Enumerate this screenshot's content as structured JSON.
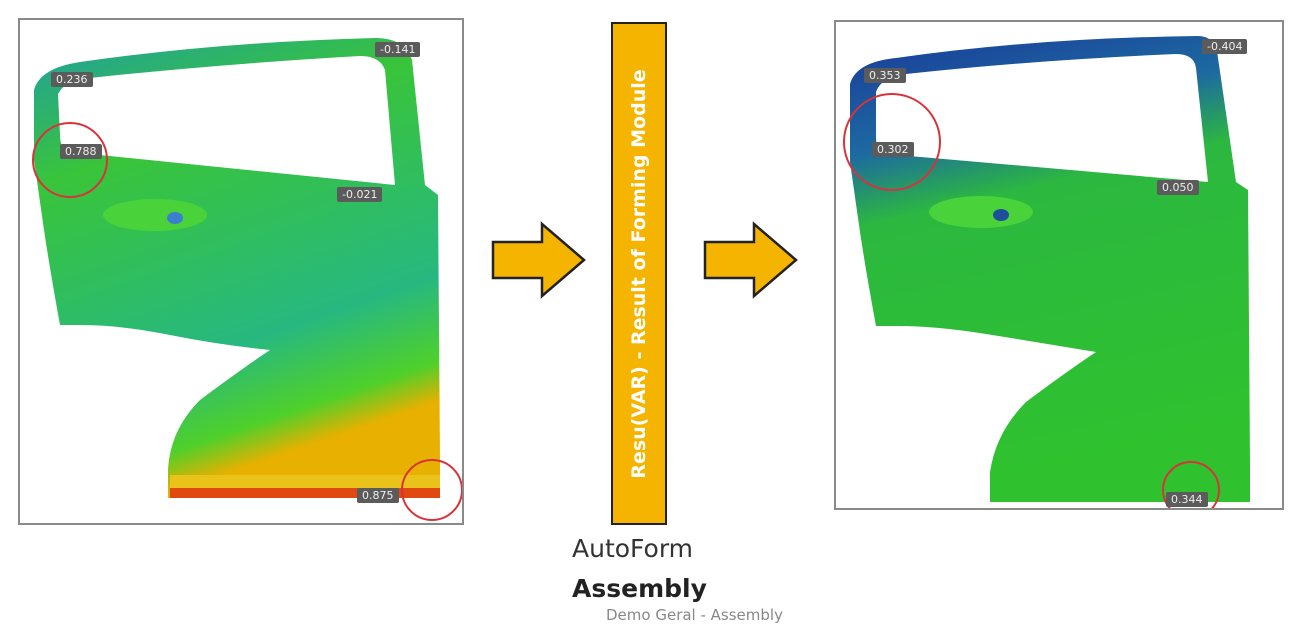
{
  "left_door": {
    "labels": [
      "0.236",
      "-0.141",
      "0.788",
      "-0.021",
      "0.875"
    ]
  },
  "right_door": {
    "labels": [
      "0.353",
      "-0.404",
      "0.302",
      "0.050",
      "0.344"
    ]
  },
  "process_bar": {
    "text": "Resu(VAR) - Result of Forming Module",
    "color": "#f5b400"
  },
  "brand": {
    "line1": "AutoForm",
    "line2": "Assembly",
    "line3": "Demo Geral - Assembly"
  },
  "colors": {
    "arrow": "#f5b400",
    "highlight_circle": "#d9323a"
  }
}
